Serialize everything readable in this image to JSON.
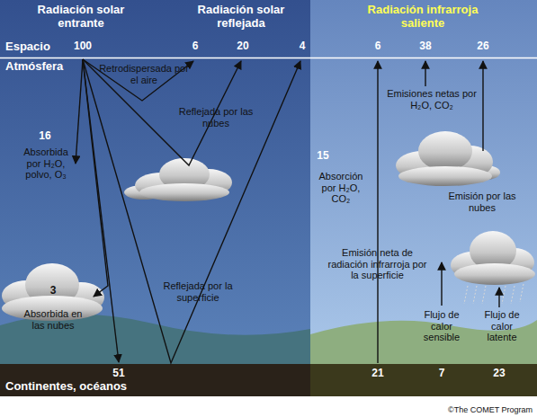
{
  "diagram": {
    "nodes": [
      {
        "text": [
          "Espacio"
        ]
      },
      {
        "text": [
          "Atmósfera"
        ]
      },
      {
        "text": [
          "Continentes, océanos"
        ]
      },
      {
        "text": [
          "3",
          "Absorbida en las nubes"
        ],
        "in": 1
      }
    ],
    "labels": [
      "Radiación solar entrante",
      "100",
      "Radiación solar reflejada",
      "6",
      "20",
      "4",
      "Radiación infrarroja saliente",
      "6",
      "38",
      "26",
      "Retrodispersada por el aire",
      "Reflejada por las nubes",
      "16",
      "Absorbida por H₂O, polvo, O₃",
      "15",
      "Absorción por H₂O, CO₂",
      "Emisiones netas por H₂O, CO₂",
      "Emisión por las nubes",
      "Emisión neta de radiación infrarroja por la superficie",
      "Reflejada por la superficie",
      "Flujo de calor sensible",
      "Flujo de calor latente",
      "51",
      "21",
      "7",
      "23",
      "©The COMET Program"
    ]
  }
}
